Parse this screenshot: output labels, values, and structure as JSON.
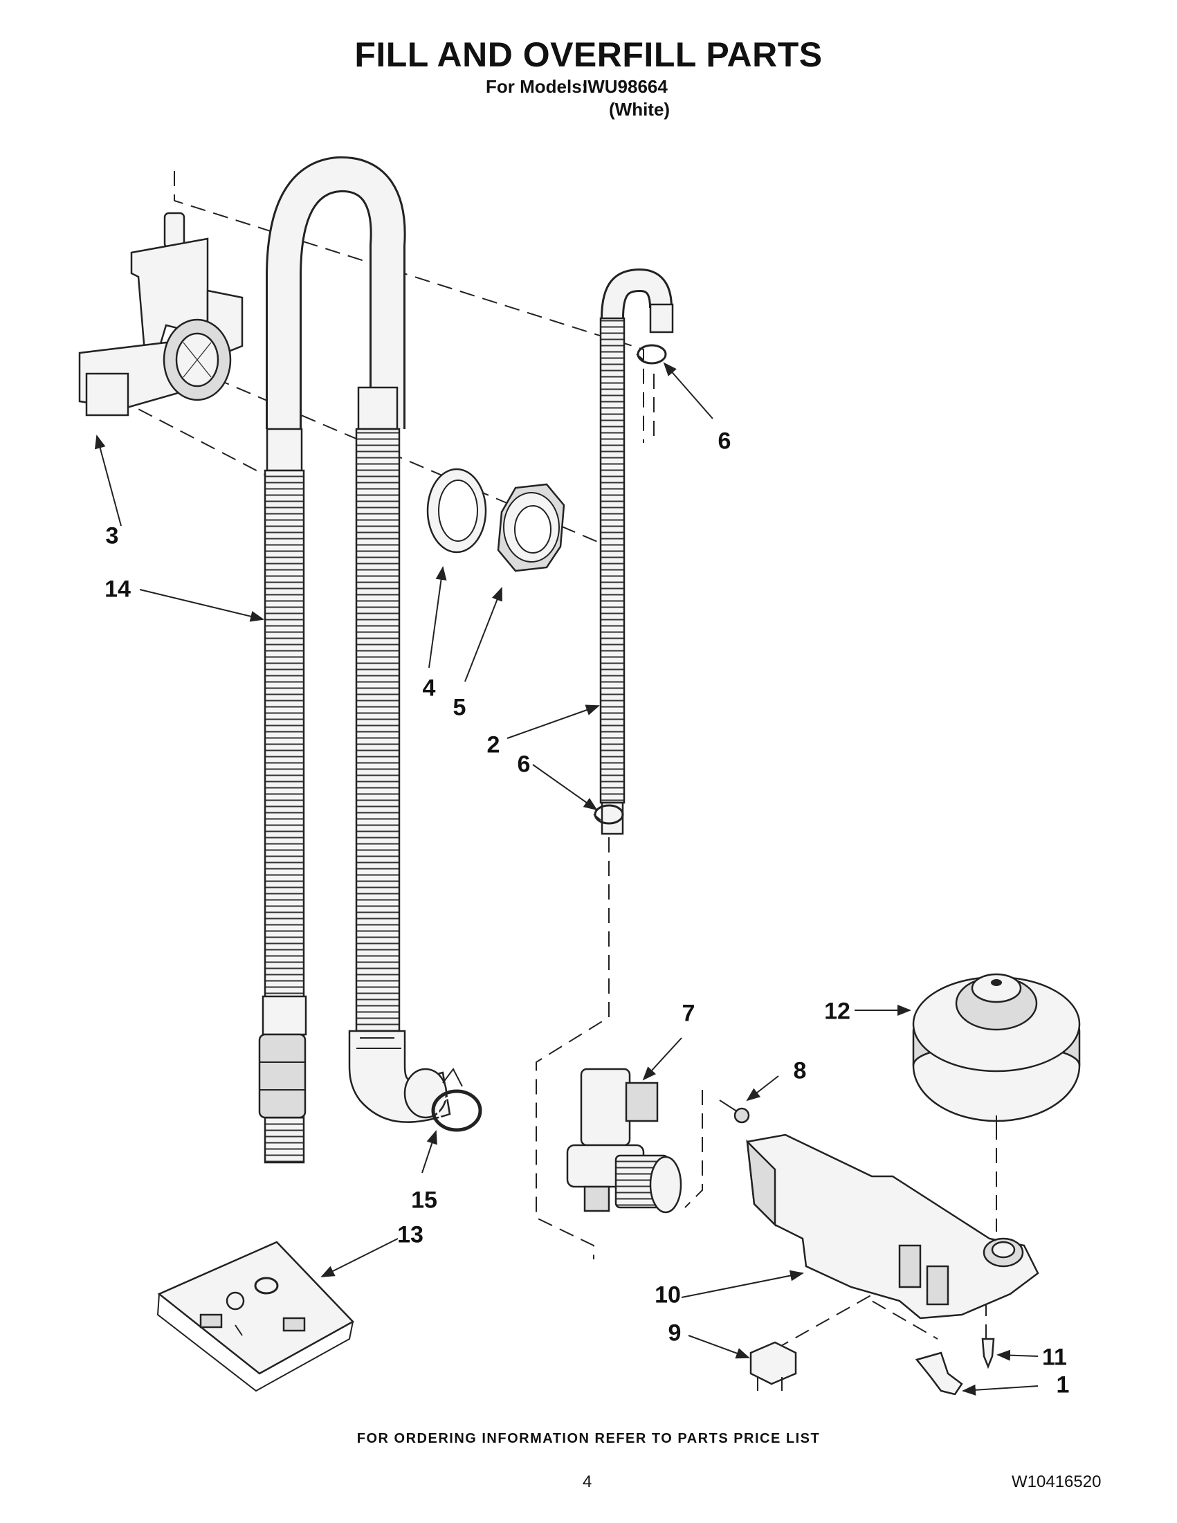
{
  "header": {
    "title": "FILL AND OVERFILL PARTS",
    "models_label": "For Models:",
    "model_number": "IWU98664",
    "color": "(White)"
  },
  "callouts": {
    "c1": "1",
    "c2": "2",
    "c3": "3",
    "c4": "4",
    "c5": "5",
    "c6a": "6",
    "c6b": "6",
    "c7": "7",
    "c8": "8",
    "c9": "9",
    "c10": "10",
    "c11": "11",
    "c12": "12",
    "c13": "13",
    "c14": "14",
    "c15": "15"
  },
  "footer": {
    "ordering_note": "FOR ORDERING INFORMATION REFER TO PARTS PRICE LIST",
    "page_number": "4",
    "document_number": "W10416520"
  }
}
